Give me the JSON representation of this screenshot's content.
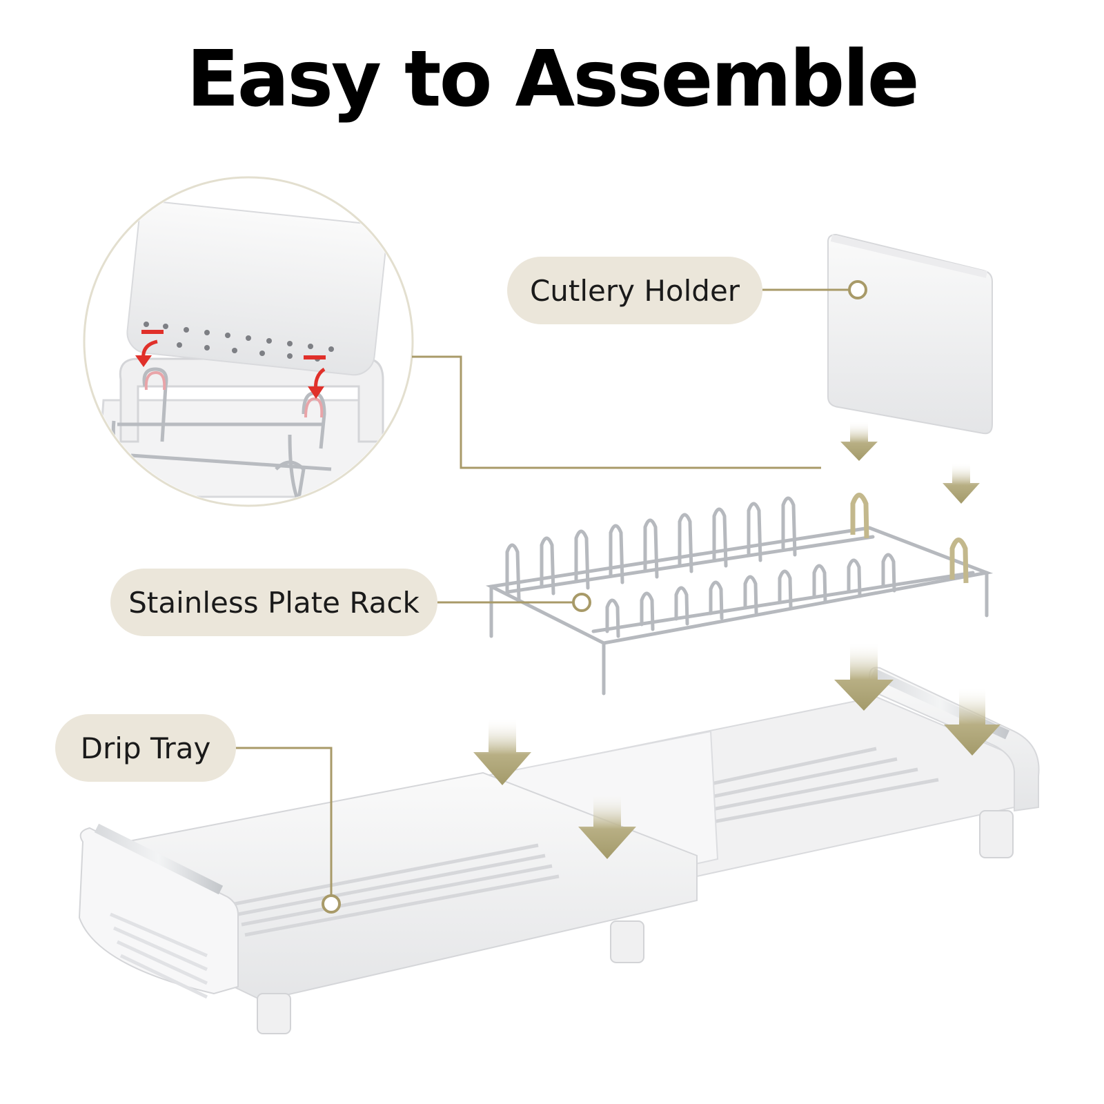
{
  "heading": "Easy to Assemble",
  "labels": {
    "cutlery_holder": "Cutlery Holder",
    "plate_rack": "Stainless Plate Rack",
    "drip_tray": "Drip Tray"
  },
  "colors": {
    "pill_bg": "#ebe6da",
    "callout_line": "#a89a68",
    "arrow": "#a39a6a",
    "detail_arrow": "#e0302a",
    "product_white": "#f4f4f5",
    "steel": "#b9bcc1"
  },
  "icons": [
    "callout-dot-icon",
    "down-arrow-icon",
    "red-curved-arrow-icon"
  ]
}
